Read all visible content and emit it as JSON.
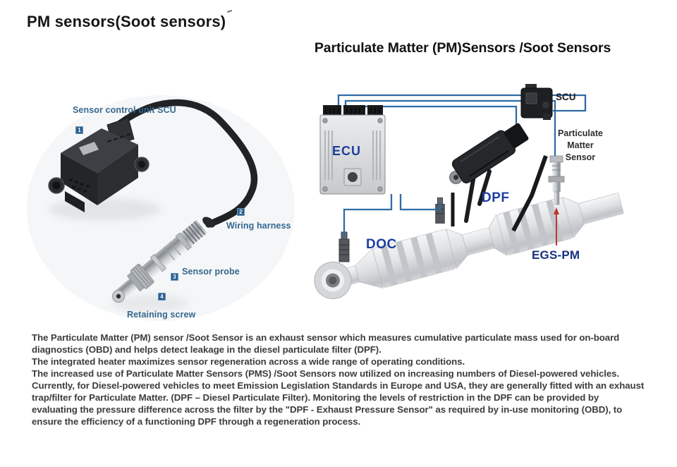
{
  "slide": {
    "title": "PM sensors(Soot sensors)",
    "heading": "Particulate Matter (PM)Sensors /Soot Sensors"
  },
  "left_diagram": {
    "description": "PM sensor product photo with numbered callouts",
    "callouts": [
      {
        "num": "1",
        "label": "Sensor control unit SCU"
      },
      {
        "num": "2",
        "label": "Wiring harness"
      },
      {
        "num": "3",
        "label": "Sensor probe"
      },
      {
        "num": "4",
        "label": "Retaining screw"
      }
    ]
  },
  "right_diagram": {
    "description": "Exhaust system schematic with ECU, SCU and sensors",
    "labels": {
      "ecu": "ECU",
      "scu": "SCU",
      "doc": "DOC",
      "dpf": "DPF",
      "egs_pm": "EGS-PM",
      "pm_sensor_lines": [
        "Particulate",
        "Matter",
        "Sensor"
      ]
    }
  },
  "body_text": {
    "lines": [
      "The Particulate Matter (PM) sensor /Soot Sensor is an exhaust sensor which measures cumulative particulate mass used for on-board",
      "diagnostics (OBD) and helps detect leakage in the diesel particulate filter (DPF).",
      "The integrated heater maximizes sensor regeneration across a wide range of operating conditions.",
      "The increased use of Particulate Matter Sensors (PMS) /Soot Sensors now utilized on increasing numbers of Diesel-powered vehicles.",
      "Currently, for Diesel-powered vehicles to meet Emission Legislation Standards in Europe and USA, they are generally fitted with an exhaust",
      "trap/filter for Particulate Matter. (DPF – Diesel Particulate Filter). Monitoring the levels of restriction in the DPF can be provided by",
      "evaluating the pressure difference across the filter by the \"DPF - Exhaust Pressure Sensor\" as required by in-use monitoring (OBD), to",
      "ensure the efficiency of a functioning DPF through a regeneration process."
    ]
  },
  "colors": {
    "callout_blue": "#2a5f93",
    "callout_label_blue": "#35688f",
    "diagram_label_blue": "#1d3fa0",
    "egs_navy": "#17317f",
    "wire_blue": "#2f6ba6",
    "arrow_red": "#c23430",
    "body_text_gray": "#3d3d3d"
  }
}
